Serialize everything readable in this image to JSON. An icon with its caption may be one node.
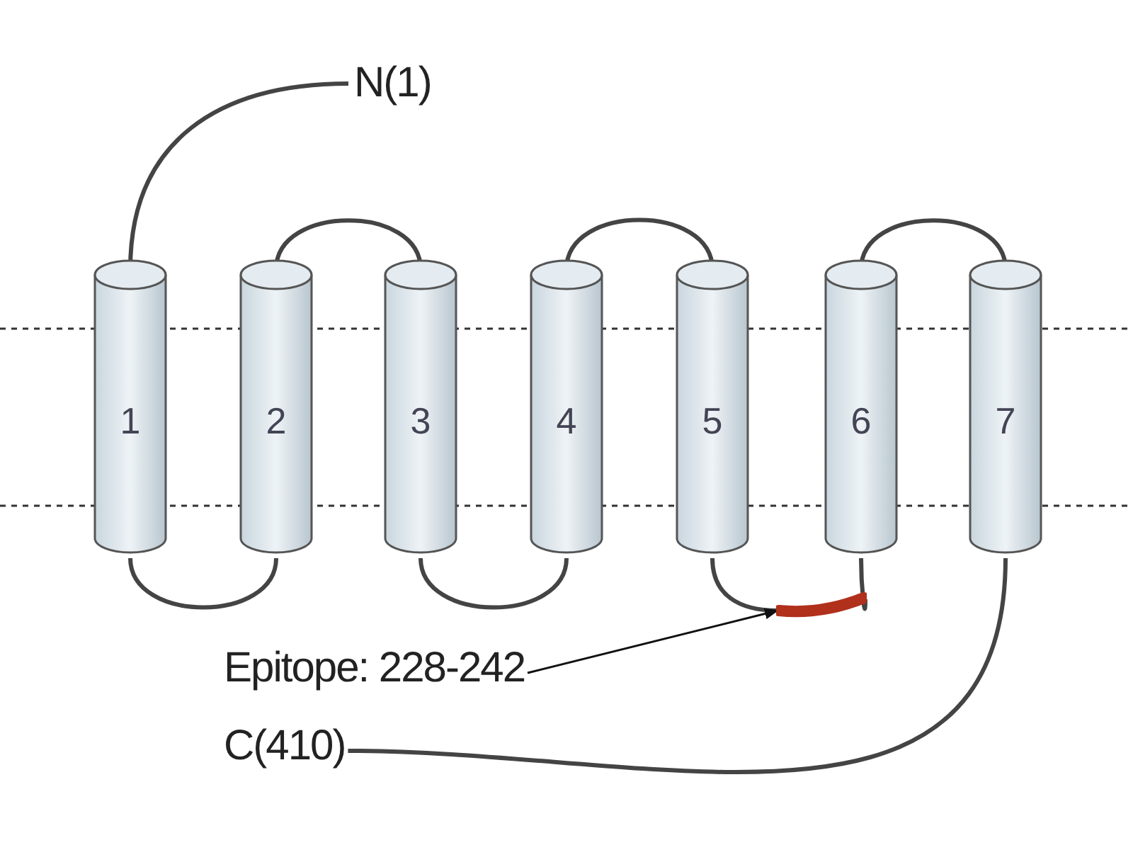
{
  "diagram": {
    "nodes": [
      {
        "text": [
          "N(1)"
        ]
      },
      {
        "text": [
          "1"
        ]
      },
      {
        "text": [
          "2"
        ]
      },
      {
        "text": [
          "3"
        ]
      },
      {
        "text": [
          "4"
        ]
      },
      {
        "text": [
          "5"
        ]
      },
      {
        "text": [
          "6"
        ]
      },
      {
        "text": [
          "7"
        ]
      },
      {
        "text": [
          "C(410)"
        ]
      },
      {
        "text": [
          "Epitope: 228-242"
        ]
      },
      {
        "text": [],
        "shape": "bar"
      }
    ],
    "edges": [
      {
        "from": 0,
        "to": 1,
        "arrow": "none"
      },
      {
        "from": 1,
        "to": 2,
        "arrow": "none"
      },
      {
        "from": 2,
        "to": 3,
        "arrow": "none"
      },
      {
        "from": 3,
        "to": 4,
        "arrow": "none"
      },
      {
        "from": 4,
        "to": 5,
        "arrow": "none"
      },
      {
        "from": 5,
        "to": 10,
        "arrow": "none"
      },
      {
        "from": 10,
        "to": 6,
        "arrow": "none"
      },
      {
        "from": 6,
        "to": 7,
        "arrow": "none"
      },
      {
        "from": 7,
        "to": 8,
        "arrow": "none"
      },
      {
        "from": 9,
        "to": 10,
        "arrow": "to"
      }
    ]
  }
}
